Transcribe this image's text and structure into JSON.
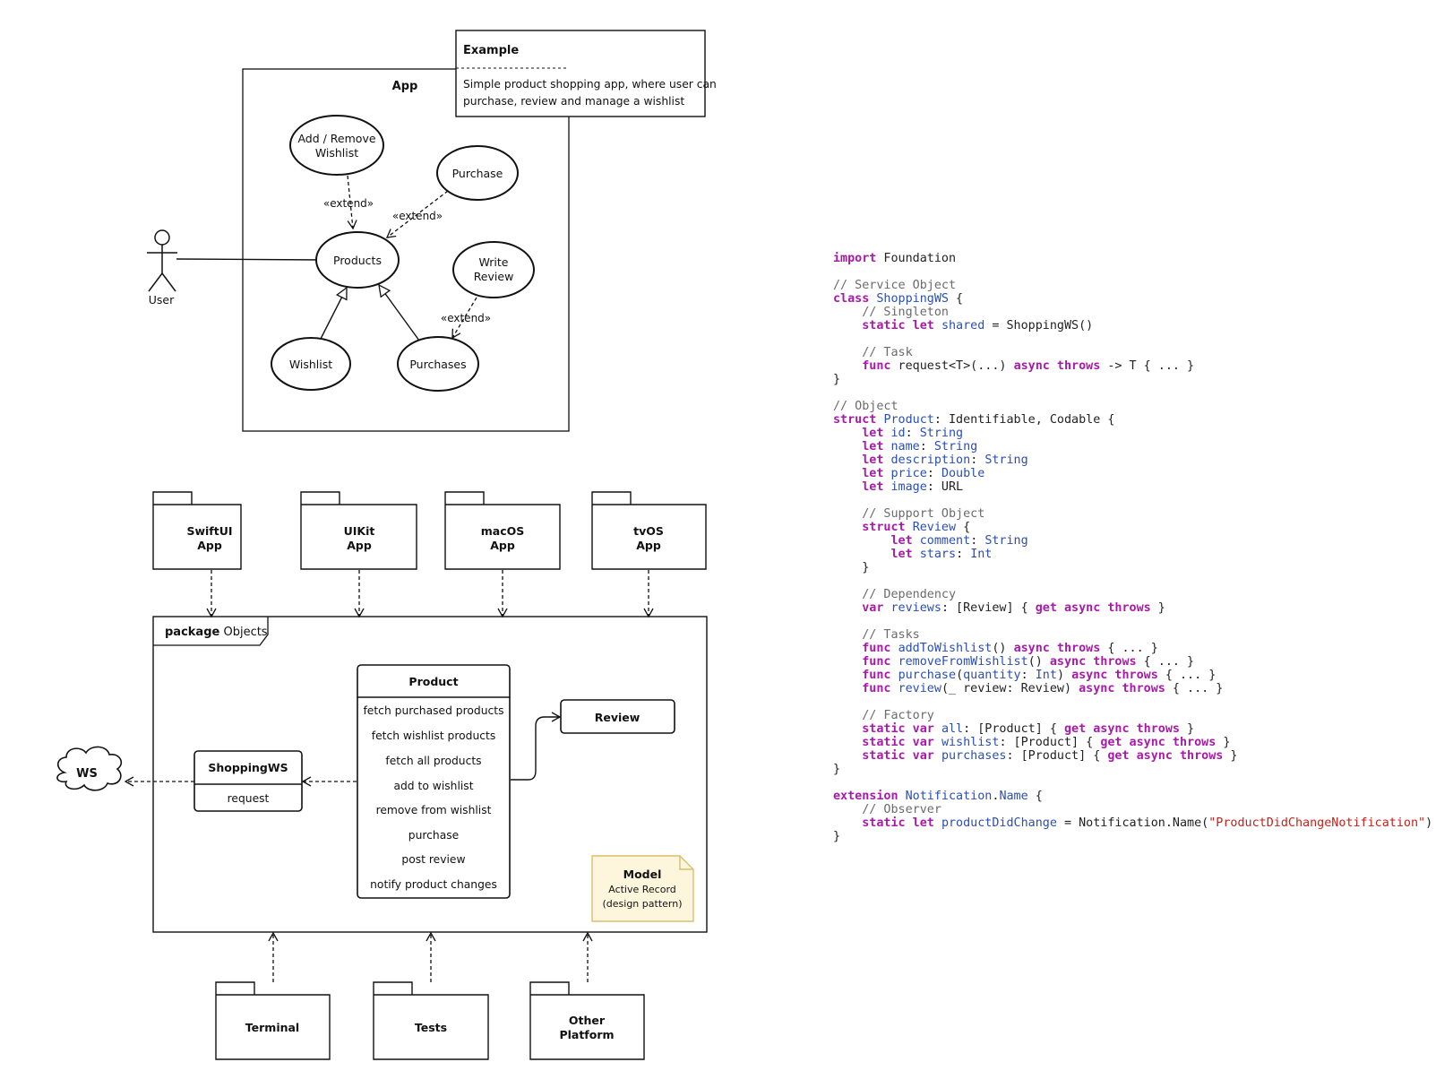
{
  "example_note": {
    "title": "Example",
    "text_line1": "Simple product shopping app, where user can",
    "text_line2": "purchase, review and manage a wishlist"
  },
  "use_case": {
    "system_label": "App",
    "actor": "User",
    "use_cases": {
      "add_remove_wishlist_1": "Add / Remove",
      "add_remove_wishlist_2": "Wishlist",
      "purchase": "Purchase",
      "products": "Products",
      "write_review_1": "Write",
      "write_review_2": "Review",
      "wishlist": "Wishlist",
      "purchases": "Purchases"
    },
    "extend_label": "«extend»"
  },
  "packages": {
    "swiftui": [
      "SwiftUI",
      "App"
    ],
    "uikit": [
      "UIKit",
      "App"
    ],
    "macos": [
      "macOS",
      "App"
    ],
    "tvos": [
      "tvOS",
      "App"
    ],
    "terminal": "Terminal",
    "tests": "Tests",
    "other": [
      "Other",
      "Platform"
    ]
  },
  "objects_package": {
    "label_bold": "package",
    "label_rest": "Objects",
    "ws": "WS",
    "shopping_ws": {
      "title": "ShoppingWS",
      "op": "request"
    },
    "product": {
      "title": "Product",
      "ops": [
        "fetch purchased products",
        "fetch wishlist products",
        "fetch all products",
        "add to wishlist",
        "remove from wishlist",
        "purchase",
        "post review",
        "notify product changes"
      ]
    },
    "review": "Review",
    "note": {
      "title": "Model",
      "line1": "Active Record",
      "line2": "(design pattern)"
    }
  },
  "code_lines": [
    [
      {
        "t": "import",
        "c": "kw"
      },
      {
        "t": " Foundation"
      }
    ],
    [],
    [
      {
        "t": "// Service Object",
        "c": "cm"
      }
    ],
    [
      {
        "t": "class",
        "c": "kw"
      },
      {
        "t": " "
      },
      {
        "t": "ShoppingWS",
        "c": "ty"
      },
      {
        "t": " {"
      }
    ],
    [
      {
        "t": "    "
      },
      {
        "t": "// Singleton",
        "c": "cm"
      }
    ],
    [
      {
        "t": "    "
      },
      {
        "t": "static let",
        "c": "kw"
      },
      {
        "t": " "
      },
      {
        "t": "shared",
        "c": "ty"
      },
      {
        "t": " = ShoppingWS()"
      }
    ],
    [],
    [
      {
        "t": "    "
      },
      {
        "t": "// Task",
        "c": "cm"
      }
    ],
    [
      {
        "t": "    "
      },
      {
        "t": "func",
        "c": "kw"
      },
      {
        "t": " request<T>(...) "
      },
      {
        "t": "async throws",
        "c": "kw"
      },
      {
        "t": " -> T { ... }"
      }
    ],
    [
      {
        "t": "}"
      }
    ],
    [],
    [
      {
        "t": "// Object",
        "c": "cm"
      }
    ],
    [
      {
        "t": "struct",
        "c": "kw"
      },
      {
        "t": " "
      },
      {
        "t": "Product",
        "c": "ty"
      },
      {
        "t": ": Identifiable, Codable {"
      }
    ],
    [
      {
        "t": "    "
      },
      {
        "t": "let",
        "c": "kw"
      },
      {
        "t": " "
      },
      {
        "t": "id",
        "c": "ty"
      },
      {
        "t": ": "
      },
      {
        "t": "String",
        "c": "ty"
      }
    ],
    [
      {
        "t": "    "
      },
      {
        "t": "let",
        "c": "kw"
      },
      {
        "t": " "
      },
      {
        "t": "name",
        "c": "ty"
      },
      {
        "t": ": "
      },
      {
        "t": "String",
        "c": "ty"
      }
    ],
    [
      {
        "t": "    "
      },
      {
        "t": "let",
        "c": "kw"
      },
      {
        "t": " "
      },
      {
        "t": "description",
        "c": "ty"
      },
      {
        "t": ": "
      },
      {
        "t": "String",
        "c": "ty"
      }
    ],
    [
      {
        "t": "    "
      },
      {
        "t": "let",
        "c": "kw"
      },
      {
        "t": " "
      },
      {
        "t": "price",
        "c": "ty"
      },
      {
        "t": ": "
      },
      {
        "t": "Double",
        "c": "ty"
      }
    ],
    [
      {
        "t": "    "
      },
      {
        "t": "let",
        "c": "kw"
      },
      {
        "t": " "
      },
      {
        "t": "image",
        "c": "ty"
      },
      {
        "t": ": URL"
      }
    ],
    [],
    [
      {
        "t": "    "
      },
      {
        "t": "// Support Object",
        "c": "cm"
      }
    ],
    [
      {
        "t": "    "
      },
      {
        "t": "struct",
        "c": "kw"
      },
      {
        "t": " "
      },
      {
        "t": "Review",
        "c": "ty"
      },
      {
        "t": " {"
      }
    ],
    [
      {
        "t": "        "
      },
      {
        "t": "let",
        "c": "kw"
      },
      {
        "t": " "
      },
      {
        "t": "comment",
        "c": "ty"
      },
      {
        "t": ": "
      },
      {
        "t": "String",
        "c": "ty"
      }
    ],
    [
      {
        "t": "        "
      },
      {
        "t": "let",
        "c": "kw"
      },
      {
        "t": " "
      },
      {
        "t": "stars",
        "c": "ty"
      },
      {
        "t": ": "
      },
      {
        "t": "Int",
        "c": "ty"
      }
    ],
    [
      {
        "t": "    }"
      }
    ],
    [],
    [
      {
        "t": "    "
      },
      {
        "t": "// Dependency",
        "c": "cm"
      }
    ],
    [
      {
        "t": "    "
      },
      {
        "t": "var",
        "c": "kw"
      },
      {
        "t": " "
      },
      {
        "t": "reviews",
        "c": "ty"
      },
      {
        "t": ": [Review] { "
      },
      {
        "t": "get async throws",
        "c": "kw"
      },
      {
        "t": " }"
      }
    ],
    [],
    [
      {
        "t": "    "
      },
      {
        "t": "// Tasks",
        "c": "cm"
      }
    ],
    [
      {
        "t": "    "
      },
      {
        "t": "func",
        "c": "kw"
      },
      {
        "t": " "
      },
      {
        "t": "addToWishlist",
        "c": "ty"
      },
      {
        "t": "() "
      },
      {
        "t": "async throws",
        "c": "kw"
      },
      {
        "t": " { ... }"
      }
    ],
    [
      {
        "t": "    "
      },
      {
        "t": "func",
        "c": "kw"
      },
      {
        "t": " "
      },
      {
        "t": "removeFromWishlist",
        "c": "ty"
      },
      {
        "t": "() "
      },
      {
        "t": "async throws",
        "c": "kw"
      },
      {
        "t": " { ... }"
      }
    ],
    [
      {
        "t": "    "
      },
      {
        "t": "func",
        "c": "kw"
      },
      {
        "t": " "
      },
      {
        "t": "purchase",
        "c": "ty"
      },
      {
        "t": "("
      },
      {
        "t": "quantity",
        "c": "ty"
      },
      {
        "t": ": "
      },
      {
        "t": "Int",
        "c": "ty"
      },
      {
        "t": ") "
      },
      {
        "t": "async throws",
        "c": "kw"
      },
      {
        "t": " { ... }"
      }
    ],
    [
      {
        "t": "    "
      },
      {
        "t": "func",
        "c": "kw"
      },
      {
        "t": " "
      },
      {
        "t": "review",
        "c": "ty"
      },
      {
        "t": "(_ review: Review) "
      },
      {
        "t": "async throws",
        "c": "kw"
      },
      {
        "t": " { ... }"
      }
    ],
    [],
    [
      {
        "t": "    "
      },
      {
        "t": "// Factory",
        "c": "cm"
      }
    ],
    [
      {
        "t": "    "
      },
      {
        "t": "static var",
        "c": "kw"
      },
      {
        "t": " "
      },
      {
        "t": "all",
        "c": "ty"
      },
      {
        "t": ": [Product] { "
      },
      {
        "t": "get async throws",
        "c": "kw"
      },
      {
        "t": " }"
      }
    ],
    [
      {
        "t": "    "
      },
      {
        "t": "static var",
        "c": "kw"
      },
      {
        "t": " "
      },
      {
        "t": "wishlist",
        "c": "ty"
      },
      {
        "t": ": [Product] { "
      },
      {
        "t": "get async throws",
        "c": "kw"
      },
      {
        "t": " }"
      }
    ],
    [
      {
        "t": "    "
      },
      {
        "t": "static var",
        "c": "kw"
      },
      {
        "t": " "
      },
      {
        "t": "purchases",
        "c": "ty"
      },
      {
        "t": ": [Product] { "
      },
      {
        "t": "get async throws",
        "c": "kw"
      },
      {
        "t": " }"
      }
    ],
    [
      {
        "t": "}"
      }
    ],
    [],
    [
      {
        "t": "extension",
        "c": "kw"
      },
      {
        "t": " "
      },
      {
        "t": "Notification",
        "c": "ty"
      },
      {
        "t": "."
      },
      {
        "t": "Name",
        "c": "ty"
      },
      {
        "t": " {"
      }
    ],
    [
      {
        "t": "    "
      },
      {
        "t": "// Observer",
        "c": "cm"
      }
    ],
    [
      {
        "t": "    "
      },
      {
        "t": "static let",
        "c": "kw"
      },
      {
        "t": " "
      },
      {
        "t": "productDidChange",
        "c": "ty"
      },
      {
        "t": " = Notification.Name("
      },
      {
        "t": "\"ProductDidChangeNotification\"",
        "c": "st"
      },
      {
        "t": ")"
      }
    ],
    [
      {
        "t": "}"
      }
    ]
  ]
}
